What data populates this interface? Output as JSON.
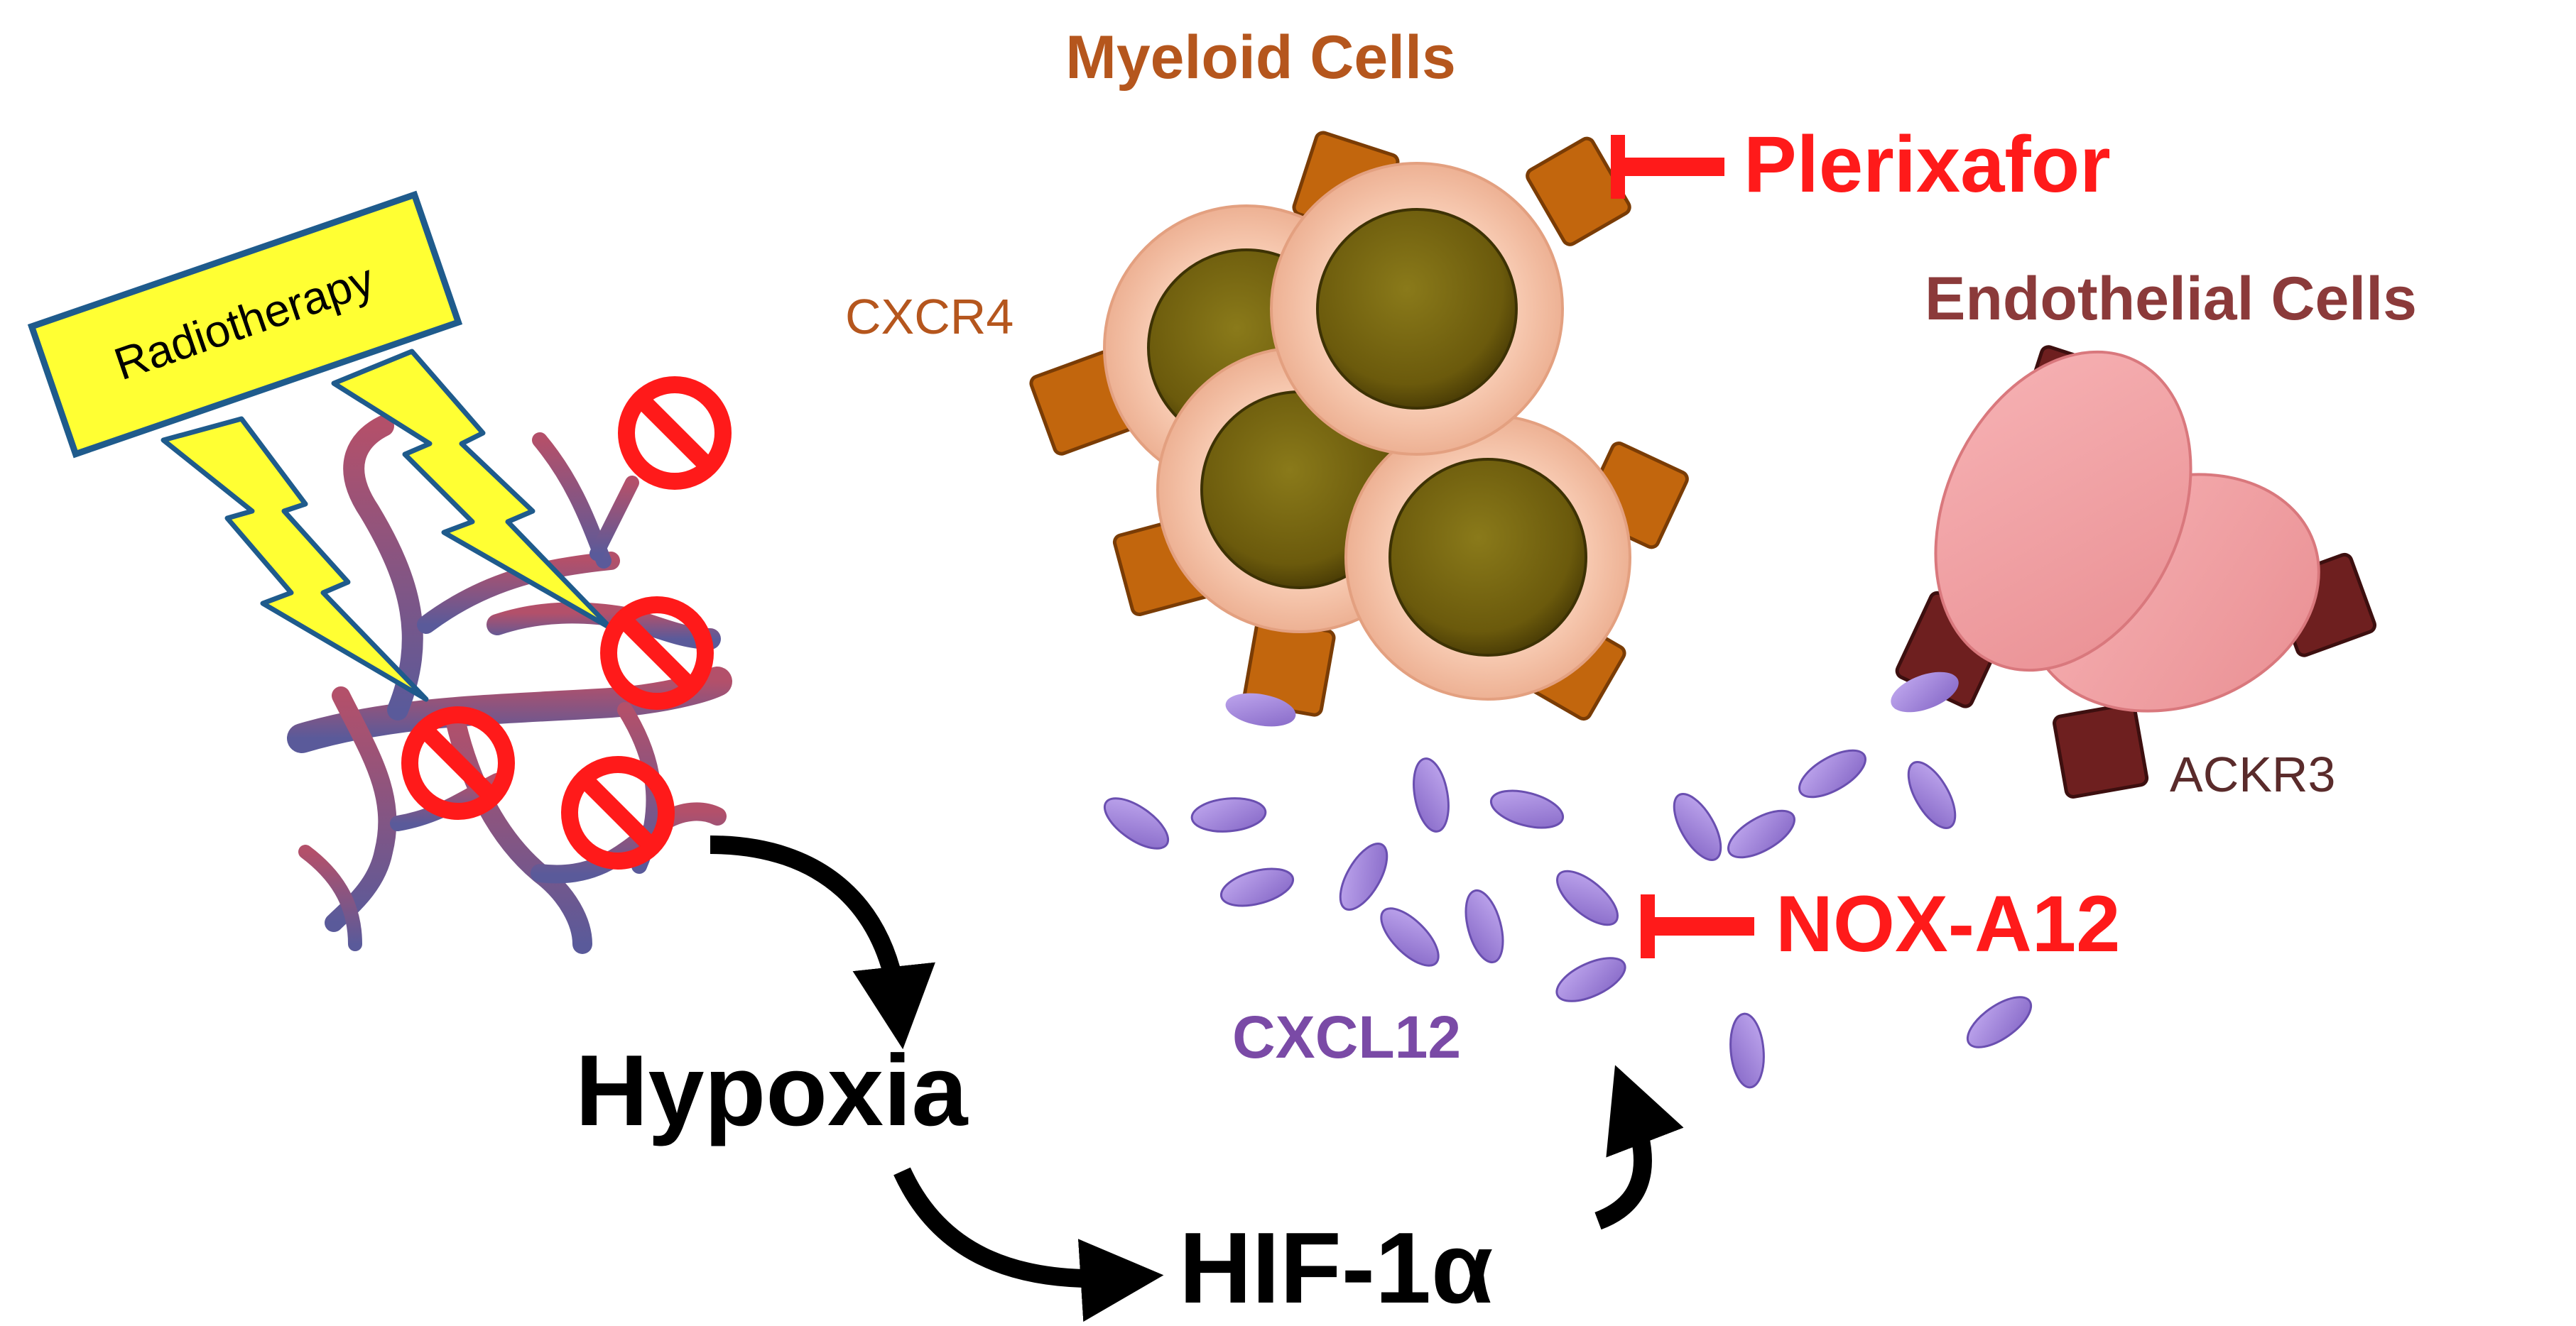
{
  "labels": {
    "radiotherapy": "Radiotherapy",
    "myeloid_cells": "Myeloid Cells",
    "endothelial_cells": "Endothelial Cells",
    "cxcr4": "CXCR4",
    "ackr3": "ACKR3",
    "cxcl12": "CXCL12",
    "plerixafor": "Plerixafor",
    "nox_a12": "NOX-A12",
    "hypoxia": "Hypoxia",
    "hif1a": "HIF-1α"
  },
  "colors": {
    "inhibitor_red": "#ff1a1a",
    "myeloid_label": "#b5561d",
    "endothelial_label": "#8b3a3a",
    "ackr3_label": "#5a2b2b",
    "cxcl12_label": "#7a4aa6",
    "radiotherapy_box": "#ffff33",
    "radiotherapy_border": "#1f5b8c",
    "myeloid_membrane": "#f7c3a8",
    "myeloid_nucleus": "#7d6a12",
    "cxcr4_receptor": "#c2660d",
    "endothelial_cell": "#f4a0a3",
    "ackr3_receptor": "#6e1f1f",
    "chemokine": "#a98ce0",
    "vessel_red": "#b3506a",
    "vessel_blue": "#5a5a9a",
    "arrow": "#000000"
  }
}
